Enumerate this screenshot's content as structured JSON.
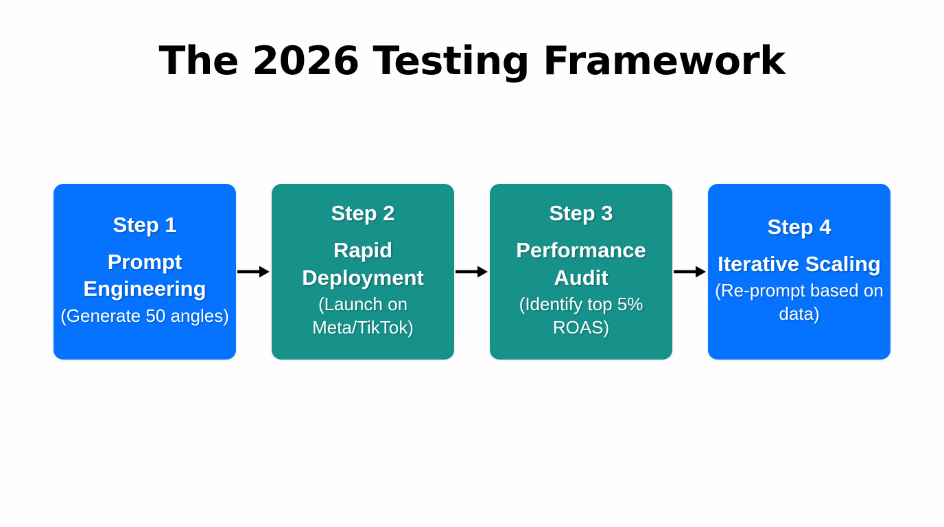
{
  "page": {
    "title": "The 2026 Testing Framework",
    "background_color": "#fefefe",
    "title_color": "#000000"
  },
  "colors": {
    "blue": "#0573ff",
    "teal": "#17928a",
    "arrow": "#000000",
    "text_on_box": "#ffffff"
  },
  "flow": {
    "arrow_icon": "right-arrow-icon",
    "steps": [
      {
        "label": "Step 1",
        "title": "Prompt Engineering",
        "detail": "(Generate 50 angles)",
        "color": "#0573ff",
        "theme": "blue"
      },
      {
        "label": "Step 2",
        "title": "Rapid Deployment",
        "detail": "(Launch on Meta/TikTok)",
        "color": "#17928a",
        "theme": "teal"
      },
      {
        "label": "Step 3",
        "title": "Performance Audit",
        "detail": "(Identify top 5% ROAS)",
        "color": "#17928a",
        "theme": "teal"
      },
      {
        "label": "Step 4",
        "title": "Iterative Scaling",
        "detail": "(Re-prompt based on data)",
        "color": "#0573ff",
        "theme": "blue"
      }
    ]
  }
}
